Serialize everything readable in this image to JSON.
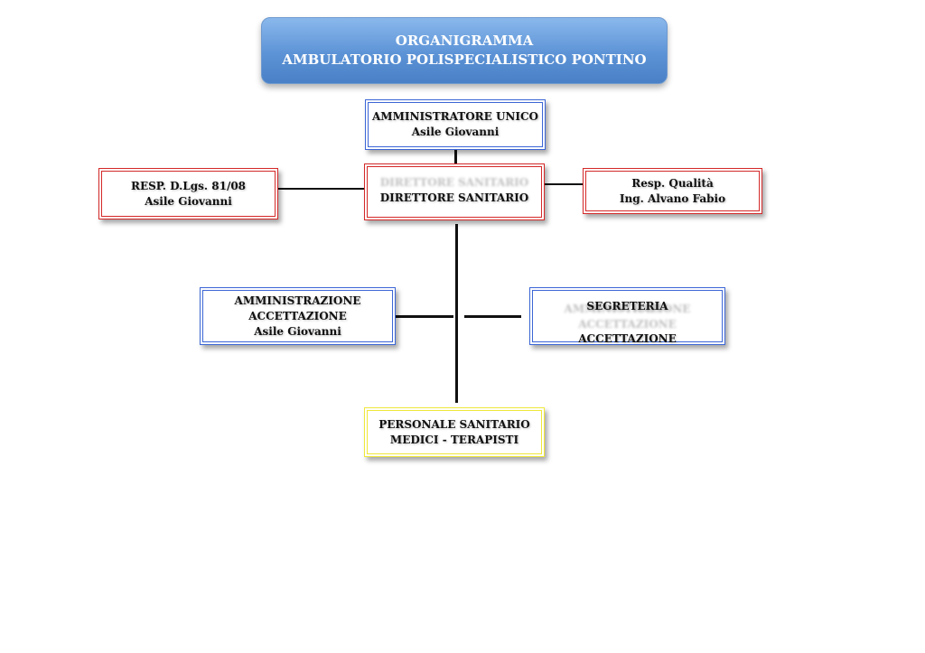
{
  "header": {
    "line1": "ORGANIGRAMMA",
    "line2": "AMBULATORIO POLISPECIALISTICO PONTINO"
  },
  "nodes": {
    "amministratore": {
      "role": "AMMINISTRATORE UNICO",
      "name": "Asile Giovanni"
    },
    "direttore": {
      "ghost": "DIRETTORE SANITARIO",
      "role": "DIRETTORE SANITARIO"
    },
    "resp_dlgs": {
      "role": "RESP. D.Lgs. 81/08",
      "name": "Asile Giovanni"
    },
    "resp_qualita": {
      "role": "Resp. Qualità",
      "name": "Ing. Alvano Fabio"
    },
    "amministrazione": {
      "role": "AMMINISTRAZIONE",
      "role2": "ACCETTAZIONE",
      "name": "Asile Giovanni"
    },
    "segreteria": {
      "ghost1": "AMMINISTRAZIONE",
      "ghost2": "ACCETTAZIONE",
      "role": "SEGRETERIA",
      "role2": "ACCETTAZIONE"
    },
    "personale": {
      "role": "PERSONALE SANITARIO",
      "role2": "MEDICI - TERAPISTI"
    }
  }
}
